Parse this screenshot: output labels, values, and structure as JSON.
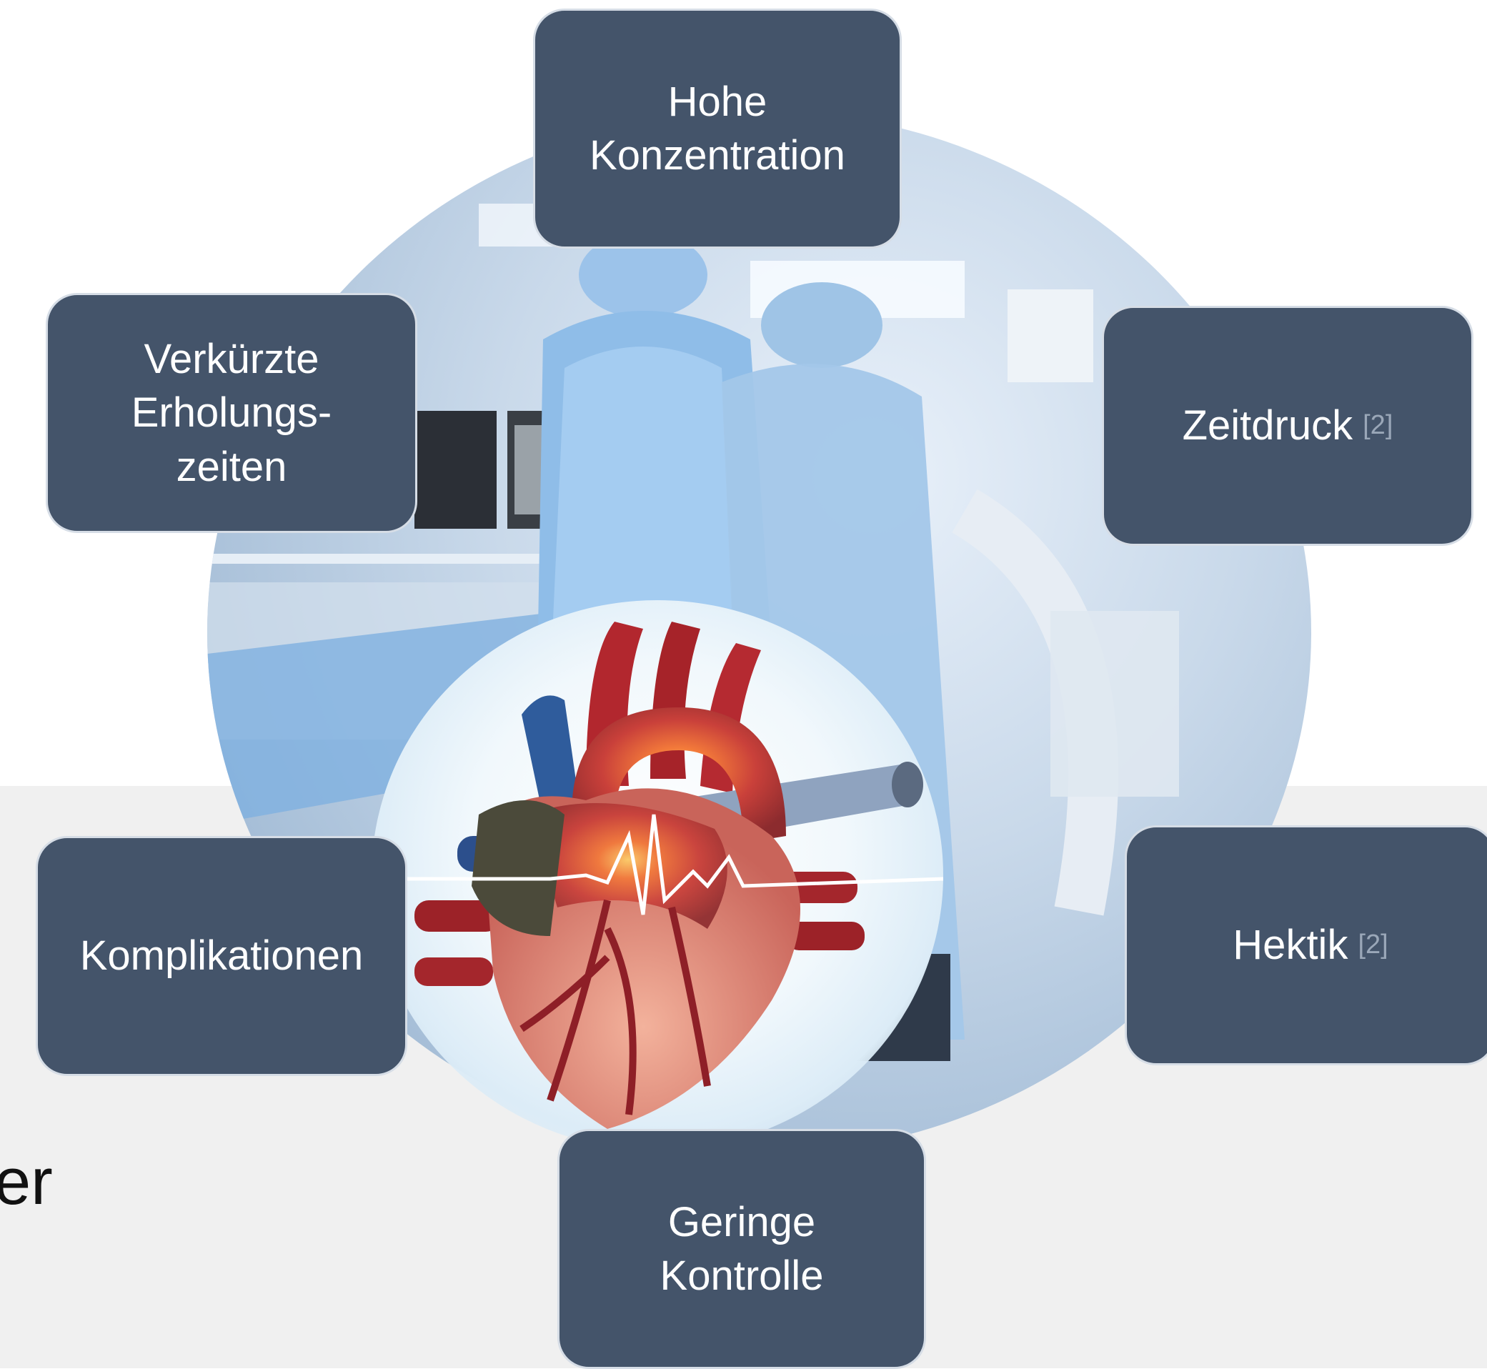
{
  "background_text": {
    "partial": "er"
  },
  "nodes": {
    "top": {
      "label": "Hohe\nKonzentration"
    },
    "top_left": {
      "label": "Verkürzte\nErholungs-\nzeiten"
    },
    "right_upper": {
      "label": "Zeitdruck",
      "ref": "[2]"
    },
    "left_lower": {
      "label": "Komplikationen"
    },
    "right_lower": {
      "label": "Hektik",
      "ref": "[2]"
    },
    "bottom": {
      "label": "Geringe\nKontrolle"
    }
  },
  "colors": {
    "node_fill": "#44546a",
    "node_border": "#d6dde6",
    "node_text": "#ffffff",
    "ref_text": "#9aa7b8",
    "band": "#f0f0f0"
  },
  "center_image": {
    "description_icon": "heart-icon"
  }
}
